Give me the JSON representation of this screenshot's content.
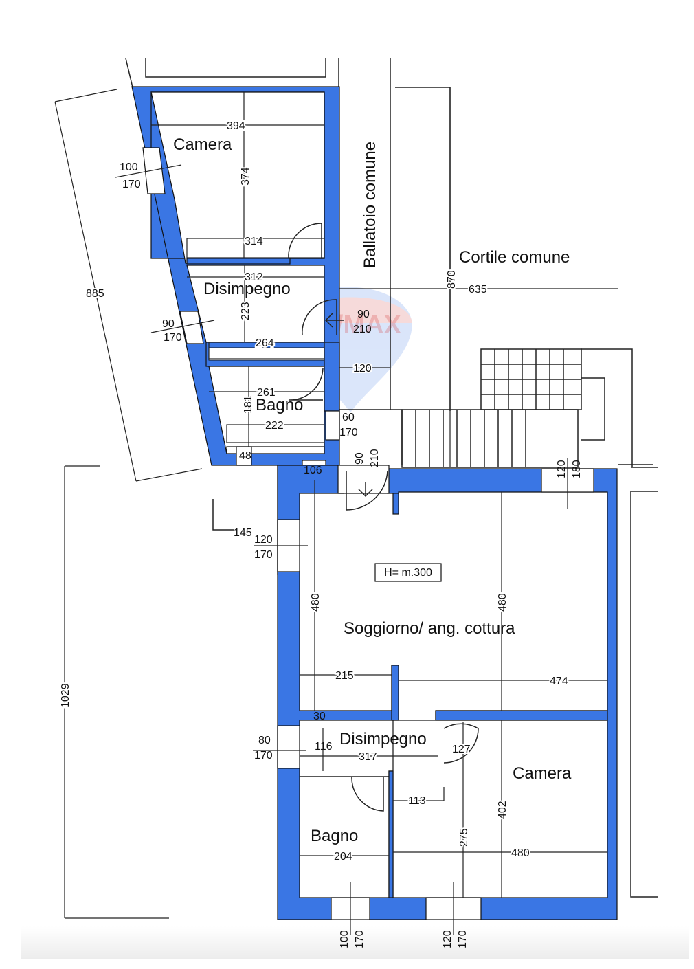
{
  "colors": {
    "wall": "#3a76e4",
    "line": "#222222",
    "watermark": "#d33a3a"
  },
  "watermark": {
    "brand": "RE/MAX",
    "icon": "remax-balloon-icon"
  },
  "rooms": {
    "camera_top": "Camera",
    "disimpegno_top": "Disimpegno",
    "bagno_top": "Bagno",
    "ballatoio": "Ballatoio comune",
    "cortile": "Cortile comune",
    "soggiorno": "Soggiorno/ ang. cottura",
    "height_note": "H= m.300",
    "disimpegno_bottom": "Disimpegno",
    "camera_bottom": "Camera",
    "bagno_bottom": "Bagno"
  },
  "dims": {
    "d394": "394",
    "d374": "374",
    "d314": "314",
    "d312": "312",
    "d223": "223",
    "d264": "264",
    "d261": "261",
    "d181": "181",
    "d222": "222",
    "d48": "48",
    "d106": "106",
    "d885": "885",
    "d870": "870",
    "d635": "635",
    "d120": "120",
    "d1029": "1029",
    "d145": "145",
    "d480a": "480",
    "d480b": "480",
    "d215": "215",
    "d474": "474",
    "d30": "30",
    "d116": "116",
    "d317": "317",
    "d127": "127",
    "d113": "113",
    "d402": "402",
    "d275": "275",
    "d204": "204",
    "d480c": "480"
  },
  "openings": {
    "w_100_170_top": [
      "100",
      "170"
    ],
    "w_90_170": [
      "90",
      "170"
    ],
    "door_90_210": [
      "90",
      "210"
    ],
    "w_60_170": [
      "60",
      "170"
    ],
    "door_90_210_b": [
      "90",
      "210"
    ],
    "w_120_180": [
      "120",
      "180"
    ],
    "w_120_170_left": [
      "120",
      "170"
    ],
    "w_80_170": [
      "80",
      "170"
    ],
    "w_100_170_bottom": [
      "100",
      "170"
    ],
    "w_120_170_bottom": [
      "120",
      "170"
    ]
  }
}
